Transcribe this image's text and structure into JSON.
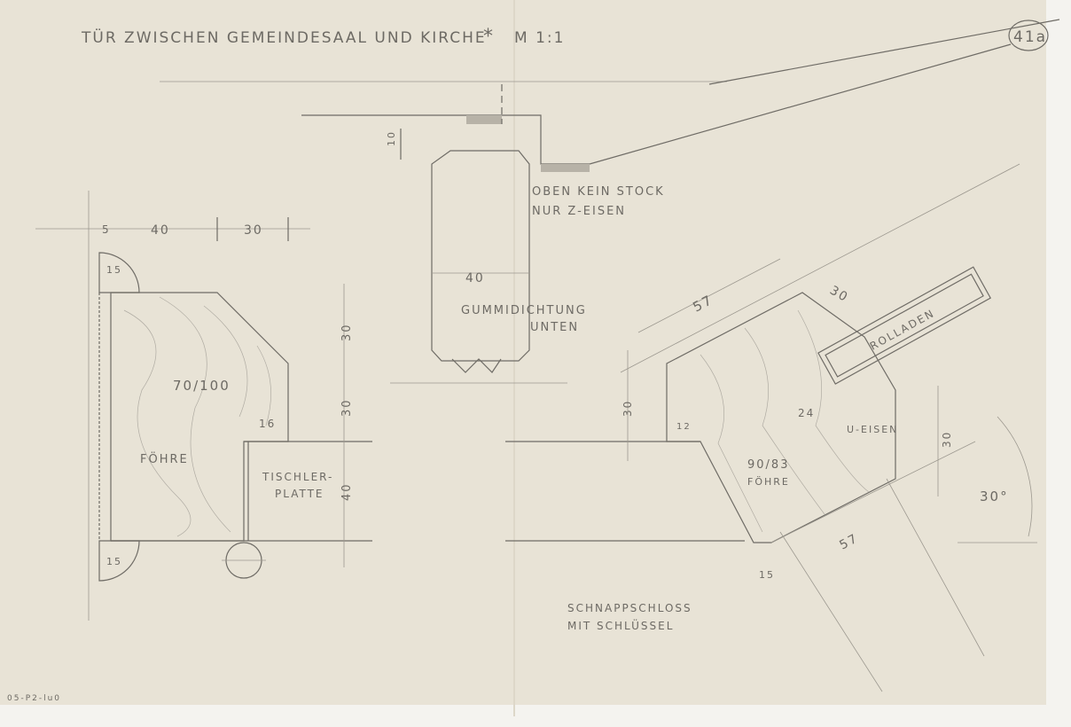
{
  "sheet": {
    "title": "TÜR ZWISCHEN GEMEINDESAAL UND KIRCHE",
    "scale": "M 1:1",
    "sheet_number": "41a",
    "inventory_stamp": "05-P2-lu0"
  },
  "labels": {
    "oben_kein_stock_1": "OBEN KEIN STOCK",
    "oben_kein_stock_2": "NUR Z-EISEN",
    "gummidichtung_1": "GUMMIDICHTUNG",
    "gummidichtung_2": "UNTEN",
    "foehre_left": "FÖHRE",
    "wood_left": "70/100",
    "tischlerplatte_1": "TISCHLER-",
    "tischlerplatte_2": "PLATTE",
    "schnappschloss_1": "SCHNAPPSCHLOSS",
    "schnappschloss_2": "MIT SCHLÜSSEL",
    "rolladen": "ROLLADEN",
    "u_eisen": "U-EISEN",
    "wood_right": "90/83",
    "foehre_right": "FÖHRE",
    "angle": "30°"
  },
  "dimensions": {
    "d40_top": "40",
    "d30_top": "30",
    "d5": "5",
    "d15_top": "15",
    "d15_bottom": "15",
    "d16": "16",
    "d30_v1": "30",
    "d30_v2": "30",
    "d40_v": "40",
    "d10": "10",
    "d40_seal": "40",
    "d57_top": "57",
    "d30_diag": "30",
    "d24": "24",
    "d12": "12",
    "d30_right_v": "30",
    "d30_right2": "30",
    "d57_bottom": "57",
    "d15_right": "15"
  }
}
